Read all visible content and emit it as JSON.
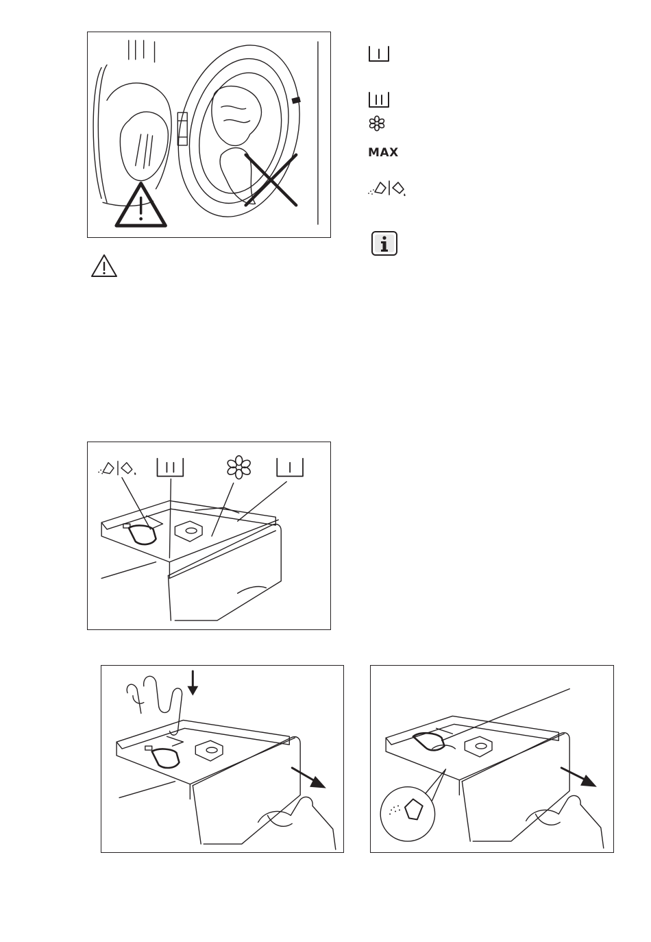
{
  "page": {
    "figures": [
      {
        "id": "door-warning",
        "icons": [
          "washing-machine-door-illustration",
          "warning-triangle-icon",
          "prohibited-cross-icon"
        ]
      },
      {
        "id": "dispenser-compartments",
        "icons": [
          "prewash-compartment-symbol",
          "wash-compartment-symbol",
          "softener-compartment-symbol",
          "main-wash-compartment-symbol"
        ]
      },
      {
        "id": "remove-drawer",
        "icons": [
          "press-lever-arrow-icon",
          "pull-arrow-icon"
        ]
      },
      {
        "id": "powder-flap",
        "icons": [
          "powder-detergent-icon",
          "pull-arrow-icon"
        ]
      }
    ]
  },
  "symbols": {
    "prewash_icon": "compartment-I-icon",
    "wash_icon": "compartment-II-icon",
    "softener_icon": "flower-icon",
    "max_label": "MAX",
    "detergent_flap_icon": "powder-liquid-flap-icon",
    "info_icon": "info-icon",
    "warning_icon": "warning-triangle-icon"
  },
  "colors": {
    "ink": "#231f20",
    "paper": "#ffffff"
  }
}
